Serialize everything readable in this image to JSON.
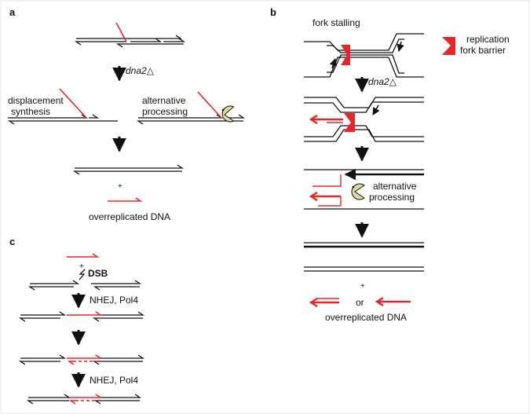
{
  "colors": {
    "strand": "#111111",
    "new_dna": "#e8262a",
    "barrier": "#e8262a",
    "enzyme_fill": "#dcd8a0",
    "panel_border": "#e4e4e4"
  },
  "icons": {
    "enzyme": "pacman-nuclease-icon",
    "barrier": "replication-fork-barrier-icon",
    "dsb": "lightning-break-icon"
  },
  "panel_a": {
    "label": "a",
    "mutant_prefix": "dna2",
    "mutant_suffix": "△",
    "left_label_1": "displacement",
    "left_label_2": "synthesis",
    "right_label_1": "alternative",
    "right_label_2": "processing",
    "plus": "+",
    "result": "overreplicated DNA"
  },
  "panel_b": {
    "label": "b",
    "stall_label": "fork stalling",
    "legend_1": "replication",
    "legend_2": "fork barrier",
    "mutant_prefix": "dna2",
    "mutant_suffix": "△",
    "alt_1": "alternative",
    "alt_2": "processing",
    "plus": "+",
    "or": "or",
    "result": "overreplicated DNA"
  },
  "panel_c": {
    "label": "c",
    "plus": "+",
    "dsb": "DSB",
    "step1": "NHEJ, Pol4",
    "step2": "NHEJ, Pol4"
  }
}
